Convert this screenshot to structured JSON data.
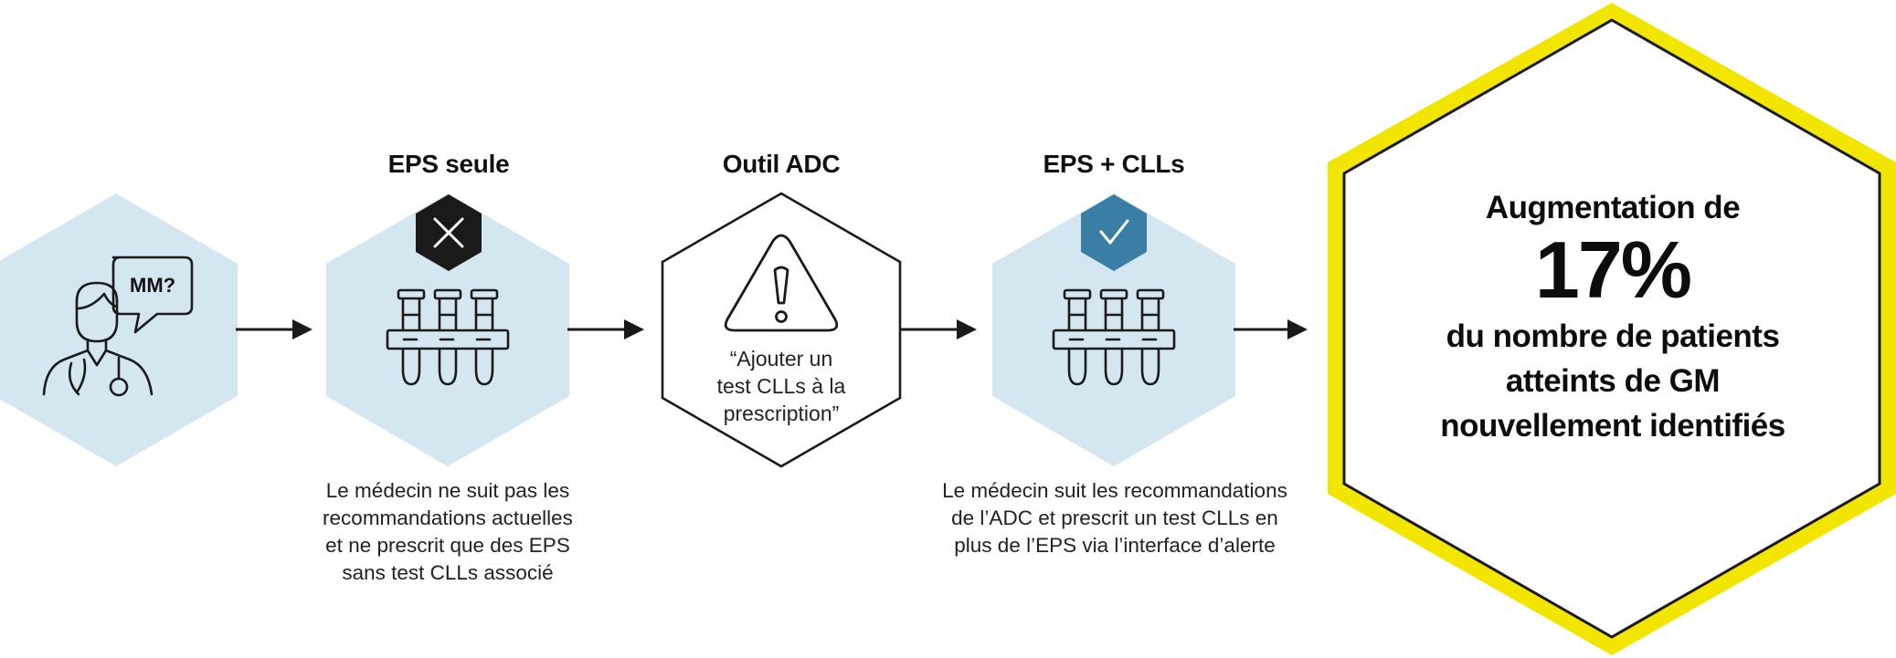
{
  "steps": [
    {
      "id": "physician",
      "bubble_text": "MM?"
    },
    {
      "id": "eps-alone",
      "title": "EPS seule",
      "status": "rejected",
      "caption_lines": [
        "Le médecin ne suit pas les",
        "recommandations actuelles",
        "et ne prescrit que des EPS",
        "sans test CLLs associé"
      ]
    },
    {
      "id": "adc-tool",
      "title": "Outil ADC",
      "quote_lines": [
        "“Ajouter un",
        "test CLLs à la",
        "prescription”"
      ]
    },
    {
      "id": "eps-plus-clls",
      "title": "EPS + CLLs",
      "status": "accepted",
      "caption_lines": [
        "Le médecin suit les recommandations",
        "de l’ADC et prescrit un test CLLs en",
        "plus de l’EPS via l’interface d’alerte"
      ]
    }
  ],
  "result": {
    "intro": "Augmentation de",
    "value": "17%",
    "lines": [
      "du nombre de patients",
      "atteints de GM",
      "nouvellement identifiés"
    ]
  },
  "colors": {
    "hex_fill": "#d4e6ef",
    "outline": "#1a1a1a",
    "reject_badge": "#1a1a1a",
    "accept_badge": "#3a7ea6",
    "result_border": "#f2e600",
    "arrow": "#1a1a1a"
  },
  "icons": {
    "physician": "doctor-speech-icon",
    "tubes": "test-tube-rack-icon",
    "reject": "x-mark-icon",
    "accept": "checkmark-icon",
    "warning": "warning-icon"
  }
}
